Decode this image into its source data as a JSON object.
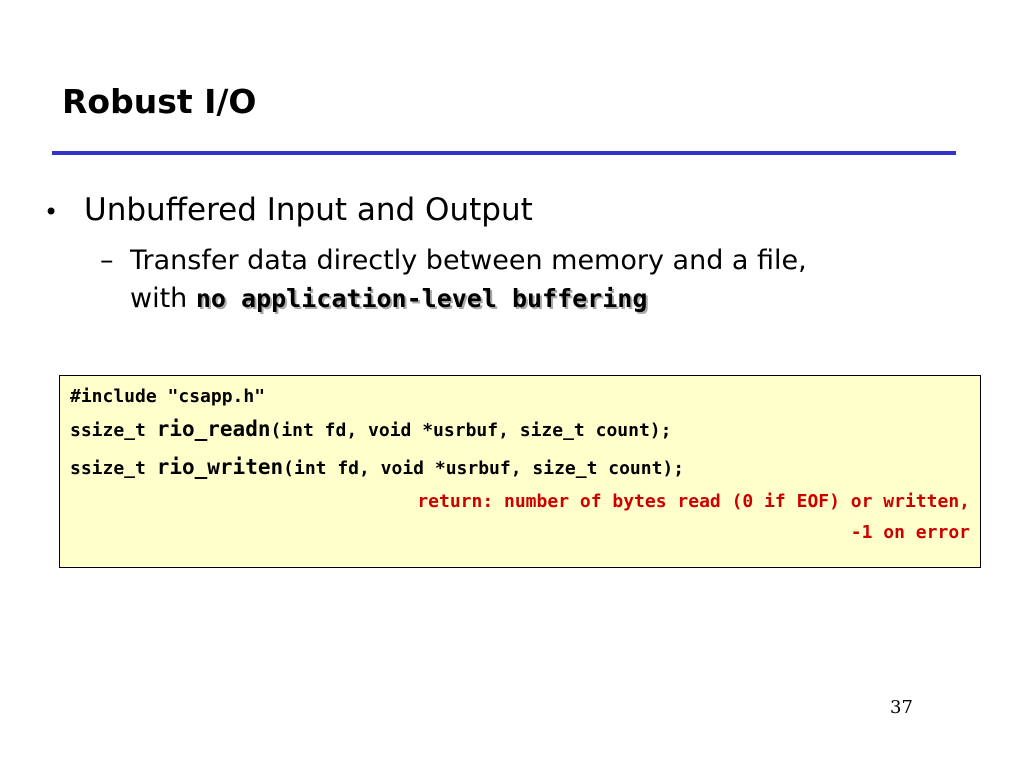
{
  "slide": {
    "title": "Robust I/O",
    "bullet_marker": "•",
    "bullet": "Unbuffered Input and Output",
    "sub_marker": "–",
    "sub_line1": "Transfer data directly between memory and a file,",
    "sub_line2_prefix": "with ",
    "sub_line2_emphasis": "no application-level buffering",
    "page_number": "37"
  },
  "code": {
    "include": "#include \"csapp.h\"",
    "readn_prefix": "ssize_t ",
    "readn_name": "rio_readn",
    "readn_args": "(int fd, void *usrbuf, size_t count);",
    "writen_prefix": "ssize_t ",
    "writen_name": "rio_writen",
    "writen_args": "(int fd, void *usrbuf, size_t count);",
    "return_line1": "return: number of bytes read (0 if EOF) or written,",
    "return_line2": "-1 on error"
  },
  "colors": {
    "title_rule": "#3333cc",
    "code_background": "#ffffcc",
    "return_text": "#cc0000"
  }
}
